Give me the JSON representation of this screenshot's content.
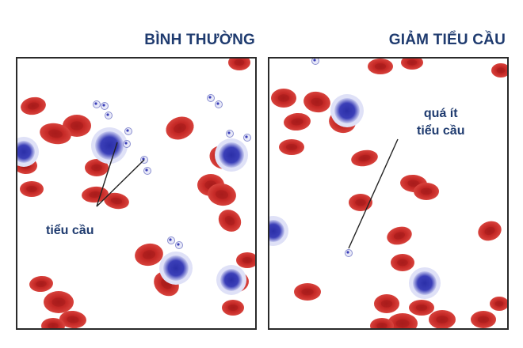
{
  "panels": {
    "normal": {
      "title": "BÌNH THƯỜNG",
      "label": "tiểu cầu"
    },
    "low": {
      "title": "GIẢM TIỂU CẦU",
      "label_line1": "quá ít",
      "label_line2": "tiểu cầu"
    }
  },
  "colors": {
    "title_text": "#1f3b6f",
    "red_cell": "#c62a27",
    "red_cell_center": "#a81c1b",
    "white_cell": "#3b3fb8",
    "platelet": "#8a8fd0",
    "border": "#2a2a2a"
  }
}
